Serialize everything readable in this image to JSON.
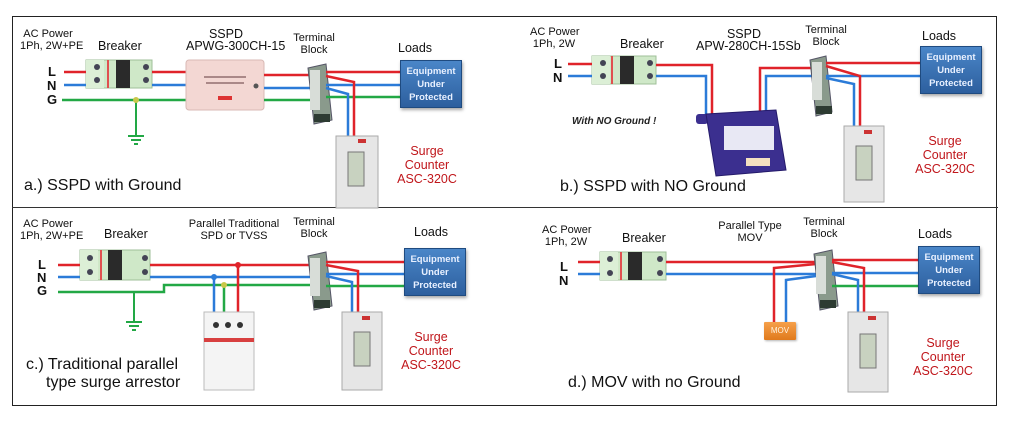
{
  "colors": {
    "line": "#e0232a",
    "neutral": "#2b7bd8",
    "ground": "#22a845",
    "counter_text": "#c0161b",
    "equipment_box": "#3a73b8",
    "mov_box": "#ee8a2e",
    "sspd_a_body": "#f3d7d3",
    "sspd_b_body": "#3b2f8f"
  },
  "panels": [
    {
      "id": "a",
      "source": {
        "line1": "AC Power",
        "line2": "1Ph, 2W+PE"
      },
      "wires": [
        "L",
        "N",
        "G"
      ],
      "breaker_label": "Breaker",
      "device": {
        "line1": "SSPD",
        "line2": "APWG-300CH-15",
        "type": "series-sspd"
      },
      "terminal": {
        "line1": "Terminal",
        "line2": "Block"
      },
      "loads_label": "Loads",
      "equipment": {
        "line1": "Equipment",
        "line2": "Under",
        "line3": "Protected"
      },
      "counter": {
        "line1": "Surge",
        "line2": "Counter",
        "line3": "ASC-320C"
      },
      "caption": {
        "line1": "a.) SSPD with Ground",
        "line2": ""
      },
      "grounded": true
    },
    {
      "id": "b",
      "source": {
        "line1": "AC Power",
        "line2": "1Ph, 2W"
      },
      "wires": [
        "L",
        "N"
      ],
      "breaker_label": "Breaker",
      "device": {
        "line1": "SSPD",
        "line2": "APW-280CH-15Sb",
        "type": "series-sspd"
      },
      "terminal": {
        "line1": "Terminal",
        "line2": "Block"
      },
      "loads_label": "Loads",
      "equipment": {
        "line1": "Equipment",
        "line2": "Under",
        "line3": "Protected"
      },
      "counter": {
        "line1": "Surge",
        "line2": "Counter",
        "line3": "ASC-320C"
      },
      "caption": {
        "line1": "b.) SSPD with NO Ground",
        "line2": ""
      },
      "warning": "With NO Ground !",
      "grounded": false
    },
    {
      "id": "c",
      "source": {
        "line1": "AC Power",
        "line2": "1Ph, 2W+PE"
      },
      "wires": [
        "L",
        "N",
        "G"
      ],
      "breaker_label": "Breaker",
      "device": {
        "line1": "Parallel Traditional",
        "line2": "SPD or TVSS",
        "type": "parallel-spd"
      },
      "terminal": {
        "line1": "Terminal",
        "line2": "Block"
      },
      "loads_label": "Loads",
      "equipment": {
        "line1": "Equipment",
        "line2": "Under",
        "line3": "Protected"
      },
      "counter": {
        "line1": "Surge",
        "line2": "Counter",
        "line3": "ASC-320C"
      },
      "caption": {
        "line1": "c.) Traditional parallel",
        "line2": "type surge arrestor"
      },
      "grounded": true
    },
    {
      "id": "d",
      "source": {
        "line1": "AC Power",
        "line2": "1Ph, 2W"
      },
      "wires": [
        "L",
        "N"
      ],
      "breaker_label": "Breaker",
      "device": {
        "line1": "Parallel Type",
        "line2": "MOV",
        "type": "parallel-mov"
      },
      "terminal": {
        "line1": "Terminal",
        "line2": "Block"
      },
      "loads_label": "Loads",
      "equipment": {
        "line1": "Equipment",
        "line2": "Under",
        "line3": "Protected"
      },
      "counter": {
        "line1": "Surge",
        "line2": "Counter",
        "line3": "ASC-320C"
      },
      "caption": {
        "line1": "d.) MOV with no Ground",
        "line2": ""
      },
      "mov_label": "MOV",
      "grounded": false
    }
  ]
}
